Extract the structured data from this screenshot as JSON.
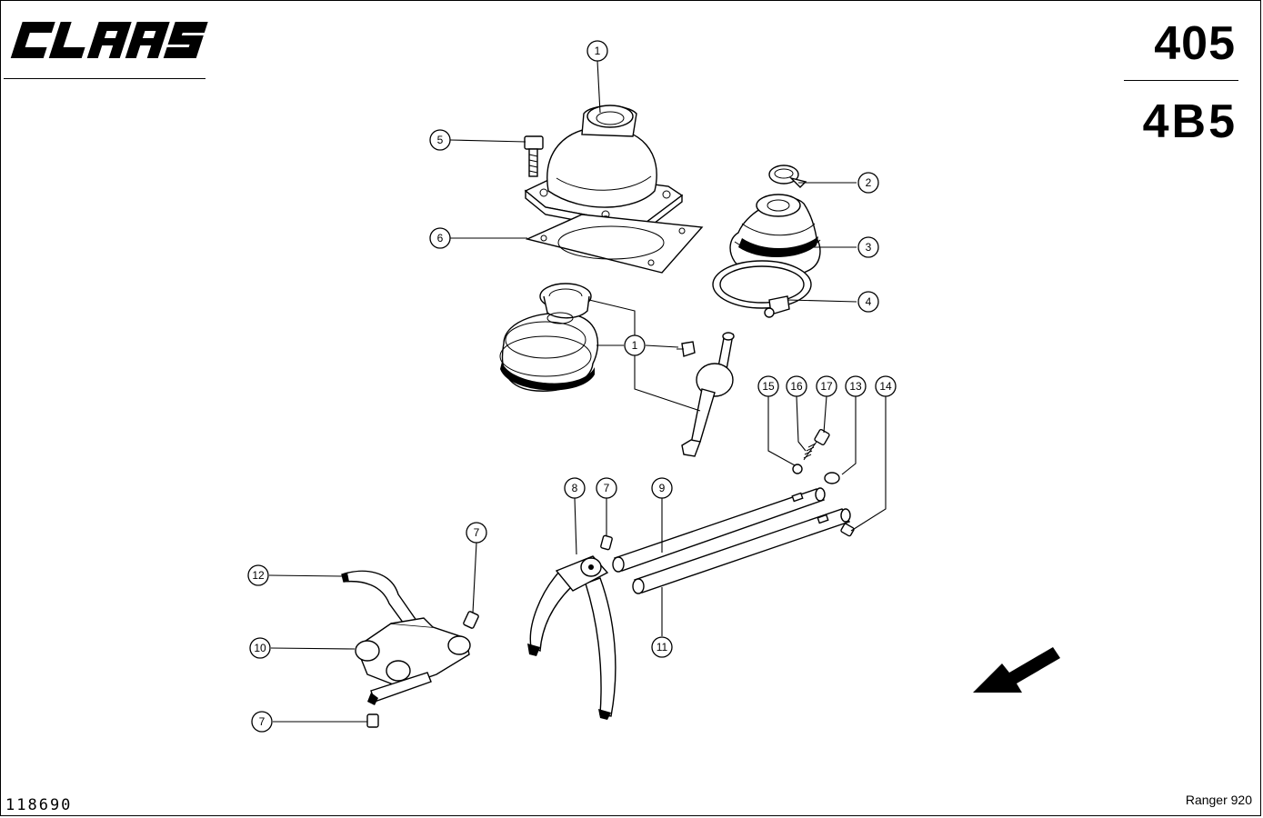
{
  "header": {
    "brand": "CLAAS",
    "page_number": "405",
    "group_code": "4B5"
  },
  "footer": {
    "drawing_number": "118690",
    "model": "Ranger 920"
  },
  "callouts": [
    "1",
    "5",
    "6",
    "2",
    "3",
    "4",
    "1",
    "15",
    "16",
    "17",
    "13",
    "14",
    "8",
    "7",
    "9",
    "7",
    "12",
    "10",
    "11",
    "7"
  ]
}
